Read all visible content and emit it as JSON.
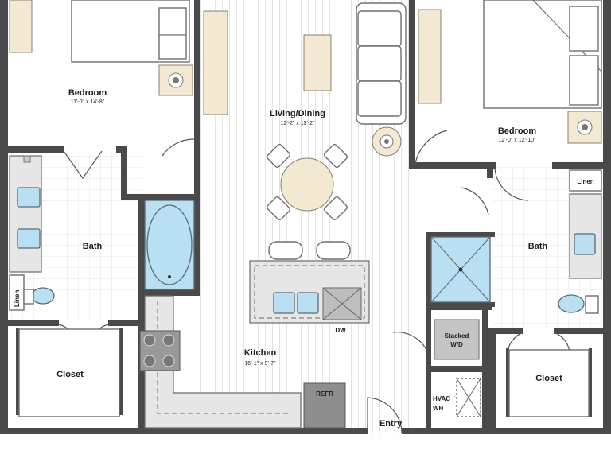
{
  "rooms": {
    "bedroom_left": {
      "name": "Bedroom",
      "dims": "11'-0\" x 14'-8\""
    },
    "living_dining": {
      "name": "Living/Dining",
      "dims": "12'-2\" x 15'-2\""
    },
    "bedroom_right": {
      "name": "Bedroom",
      "dims": "12'-0\" x 12'-10\""
    },
    "bath_left": {
      "name": "Bath"
    },
    "bath_right": {
      "name": "Bath"
    },
    "kitchen": {
      "name": "Kitchen",
      "dims": "16'-1\" x 9'-7\""
    },
    "closet_left": {
      "name": "Closet"
    },
    "closet_right": {
      "name": "Closet"
    },
    "entry": {
      "name": "Entry"
    }
  },
  "fixtures": {
    "linen_left": "Linen",
    "linen_right": "Linen",
    "dishwasher": "DW",
    "refrigerator": "REFR",
    "laundry_line1": "Stacked",
    "laundry_line2": "W/D",
    "hvac": "HVAC",
    "water_heater": "WH"
  },
  "colors": {
    "wall": "#4a4a4a",
    "wood_floor": "#f3e8d2",
    "water": "#b9dff2",
    "counter": "#e6e6e6"
  }
}
